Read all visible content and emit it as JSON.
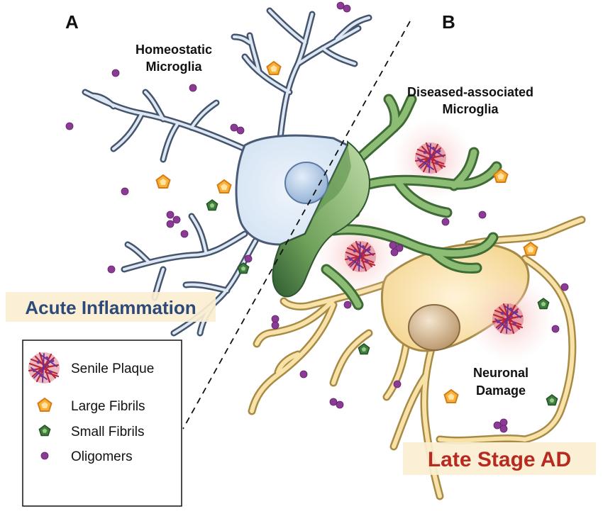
{
  "panels": {
    "a_label": "A",
    "b_label": "B"
  },
  "left": {
    "title_line1": "Homeostatic",
    "title_line2": "Microglia",
    "stage": "Acute Inflammation"
  },
  "right": {
    "title_line1": "Diseased-associated",
    "title_line2": "Microglia",
    "neuron_line1": "Neuronal",
    "neuron_line2": "Damage",
    "stage": "Late Stage AD"
  },
  "legend": {
    "items": [
      {
        "label": "Senile Plaque",
        "icon": "senile-plaque-icon"
      },
      {
        "label": "Large Fibrils",
        "icon": "large-fibril-icon"
      },
      {
        "label": "Small Fibrils",
        "icon": "small-fibril-icon"
      },
      {
        "label": "Oligomers",
        "icon": "oligomer-icon"
      }
    ]
  },
  "colors": {
    "homeostatic_cell": "#dce8f5",
    "homeostatic_outline": "#4a5b77",
    "diseased_microglia": "#7fb06a",
    "neuron": "#f6dc9c",
    "plaque": "#b8253a",
    "large_fibril": "#f3a62a",
    "small_fibril": "#3e7a3c",
    "oligomer": "#8b3b95",
    "acute_text": "#2d4a78",
    "late_text": "#b72a20",
    "stage_box": "#fbefd2"
  }
}
